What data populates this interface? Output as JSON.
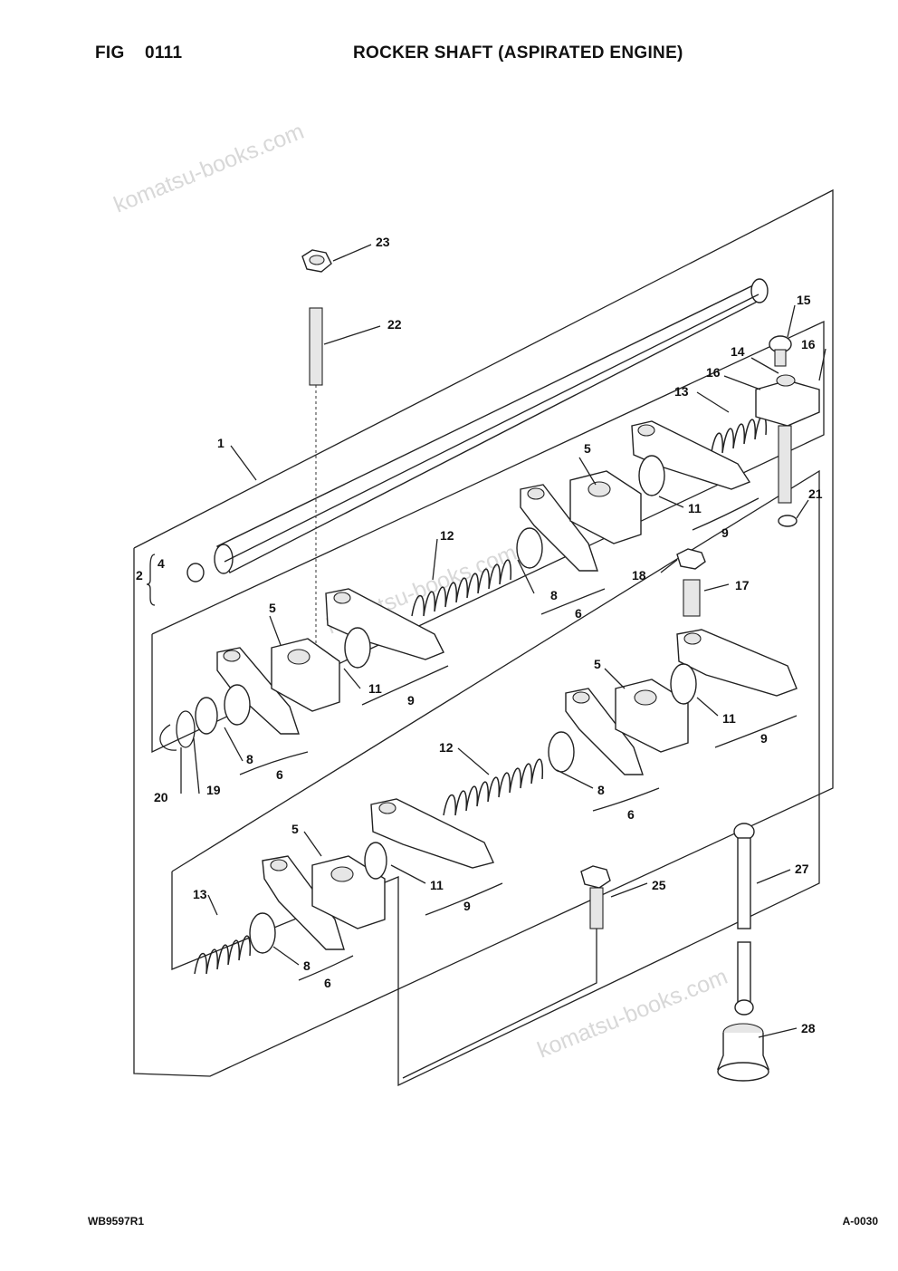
{
  "header": {
    "fig_label": "FIG",
    "fig_number": "0111",
    "title": "ROCKER SHAFT (ASPIRATED ENGINE)"
  },
  "watermarks": [
    "komatsu-books.com",
    "komatsu-books.com",
    "komatsu-books.com"
  ],
  "callouts": [
    "23",
    "22",
    "1",
    "15",
    "14",
    "16",
    "16",
    "13",
    "5",
    "11",
    "9",
    "21",
    "2",
    "4",
    "12",
    "8",
    "6",
    "18",
    "17",
    "5",
    "11",
    "9",
    "8",
    "6",
    "5",
    "11",
    "9",
    "20",
    "19",
    "12",
    "8",
    "6",
    "5",
    "11",
    "9",
    "13",
    "8",
    "6",
    "25",
    "27",
    "28"
  ],
  "footer": {
    "doc_code": "WB9597R1",
    "page_code": "A-0030"
  }
}
